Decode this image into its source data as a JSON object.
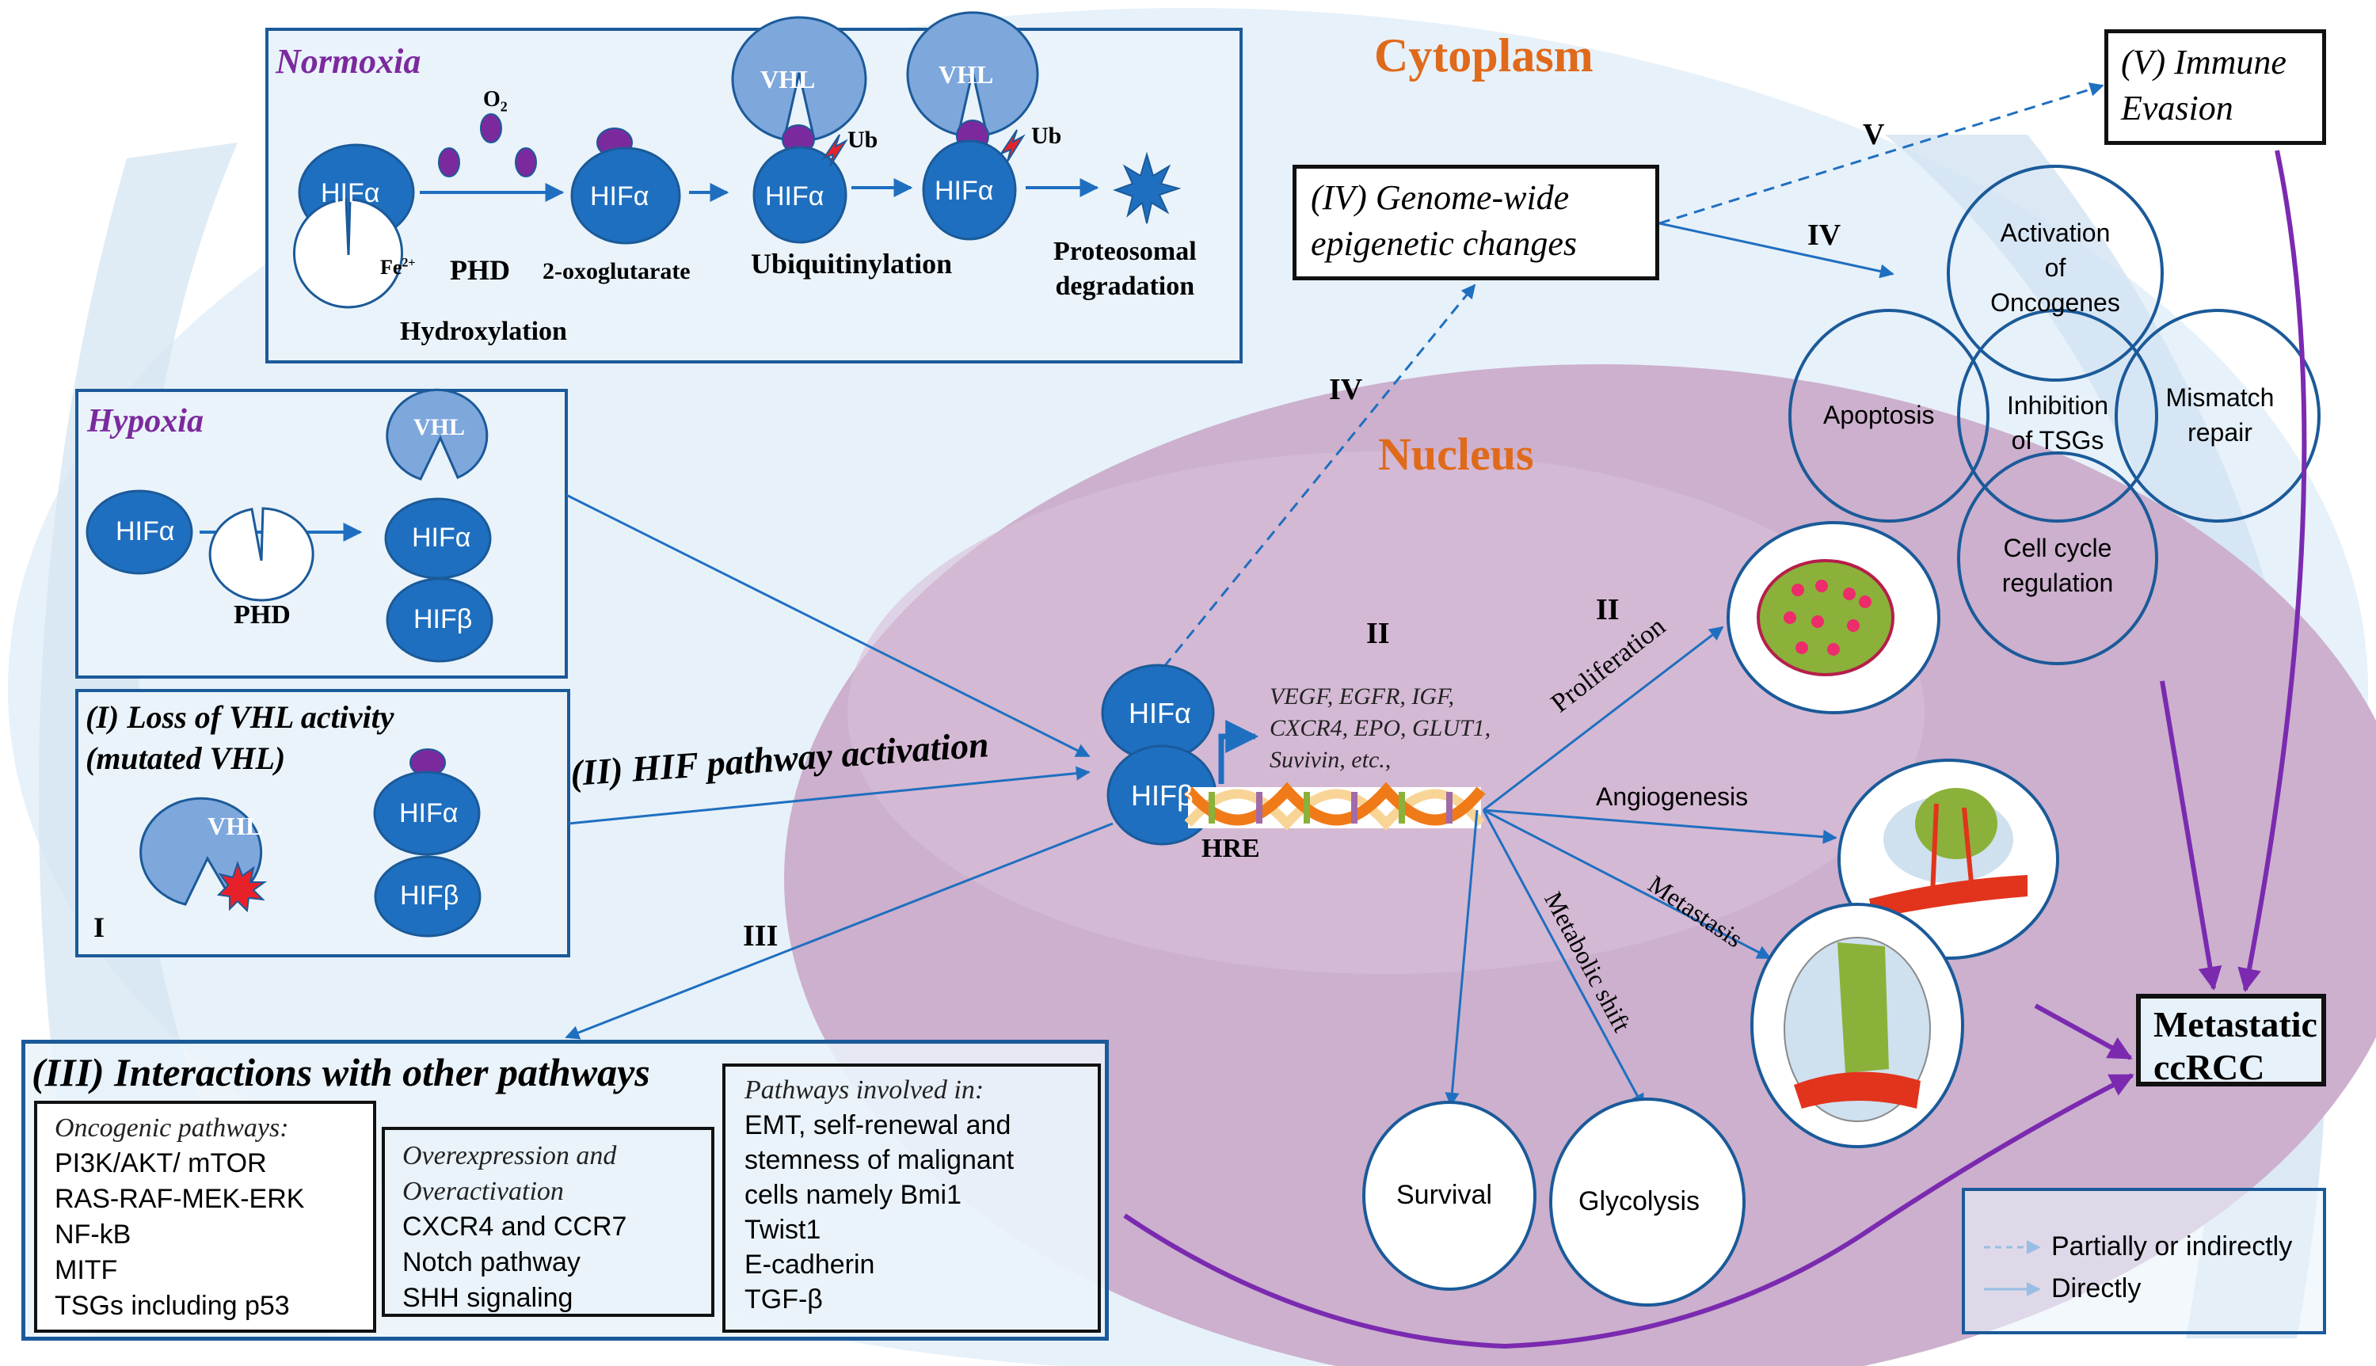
{
  "compartments": {
    "cytoplasm_label": "Cytoplasm",
    "nucleus_label": "Nucleus"
  },
  "colors": {
    "protein_blue": "#1f6fc0",
    "vhl_light_blue": "#7ea7dc",
    "hydroxyl_purple": "#7b2a9e",
    "box_border_blue": "#1b5a99",
    "compartment_label_orange": "#e06a1b",
    "panel_title_purple": "#7b2a9e",
    "metastasis_arrow_purple": "#7b2ab0",
    "nucleus_fill": "#cdb1cf",
    "cytoplasm_fill": "#e6f0f8"
  },
  "normoxia": {
    "title": "Normoxia",
    "hif_alpha": "HIFα",
    "o2": "O",
    "o2_sub": "2",
    "fe": "Fe",
    "fe_sup": "2+",
    "phd": "PHD",
    "oxoglutarate": "2-oxoglutarate",
    "hydroxylation": "Hydroxylation",
    "vhl": "VHL",
    "ub": "Ub",
    "ubiquitinylation": "Ubiquitinylation",
    "degradation_line1": "Proteosomal",
    "degradation_line2": "degradation"
  },
  "hypoxia": {
    "title": "Hypoxia",
    "hif_alpha": "HIFα",
    "hif_beta": "HIFβ",
    "phd": "PHD",
    "vhl": "VHL"
  },
  "loss_vhl": {
    "title_line1": "(I) Loss of VHL activity",
    "title_line2": "(mutated VHL)",
    "vhl": "VHL",
    "hif_alpha": "HIFα",
    "hif_beta": "HIFβ",
    "roman": "I"
  },
  "hif_pathway": {
    "label": "(II) HIF pathway activation",
    "hif_alpha": "HIFα",
    "hif_beta": "HIFβ",
    "hre": "HRE",
    "roman_II_a": "II",
    "roman_II_b": "II",
    "roman_III": "III",
    "roman_IV": "IV",
    "target_genes": [
      "VEGF, EGFR, IGF,",
      "CXCR4, EPO, GLUT1,",
      "Suvivin, etc.,"
    ]
  },
  "outcomes": {
    "proliferation": "Proliferation",
    "angiogenesis": "Angiogenesis",
    "metastasis": "Metastasis",
    "metabolic_shift": "Metabolic shift",
    "survival": "Survival",
    "glycolysis": "Glycolysis"
  },
  "epigenetic": {
    "title_line1": "(IV) Genome-wide",
    "title_line2": "epigenetic changes",
    "roman_IV": "IV",
    "circles": {
      "oncogenes": [
        "Activation",
        "of",
        "Oncogenes"
      ],
      "apoptosis": [
        "Apoptosis"
      ],
      "tsgs": [
        "Inhibition",
        "of TSGs"
      ],
      "mismatch": [
        "Mismatch",
        "repair"
      ],
      "cell_cycle": [
        "Cell cycle",
        "regulation"
      ]
    }
  },
  "immune": {
    "title_line1": "(V) Immune",
    "title_line2": "Evasion",
    "roman_V": "V"
  },
  "metastatic": {
    "line1": "Metastatic",
    "line2": "ccRCC"
  },
  "interactions": {
    "title": "(III) Interactions with other pathways",
    "oncogenic": {
      "heading": "Oncogenic pathways:",
      "items": [
        "PI3K/AKT/ mTOR",
        "RAS-RAF-MEK-ERK",
        "NF-kB",
        "MITF",
        "TSGs including p53"
      ]
    },
    "overexpression": {
      "heading_line1": "Overexpression and",
      "heading_line2": "Overactivation",
      "items": [
        "CXCR4 and CCR7",
        "Notch pathway",
        "SHH signaling"
      ]
    },
    "pathways_involved": {
      "heading": "Pathways involved in:",
      "items": [
        "EMT, self-renewal and",
        "stemness of malignant",
        "cells namely Bmi1",
        "Twist1",
        "E-cadherin",
        "TGF-β"
      ]
    }
  },
  "legend": {
    "items": [
      {
        "style": "dashed",
        "label": "Partially or indirectly"
      },
      {
        "style": "solid",
        "label": "Directly"
      }
    ]
  }
}
